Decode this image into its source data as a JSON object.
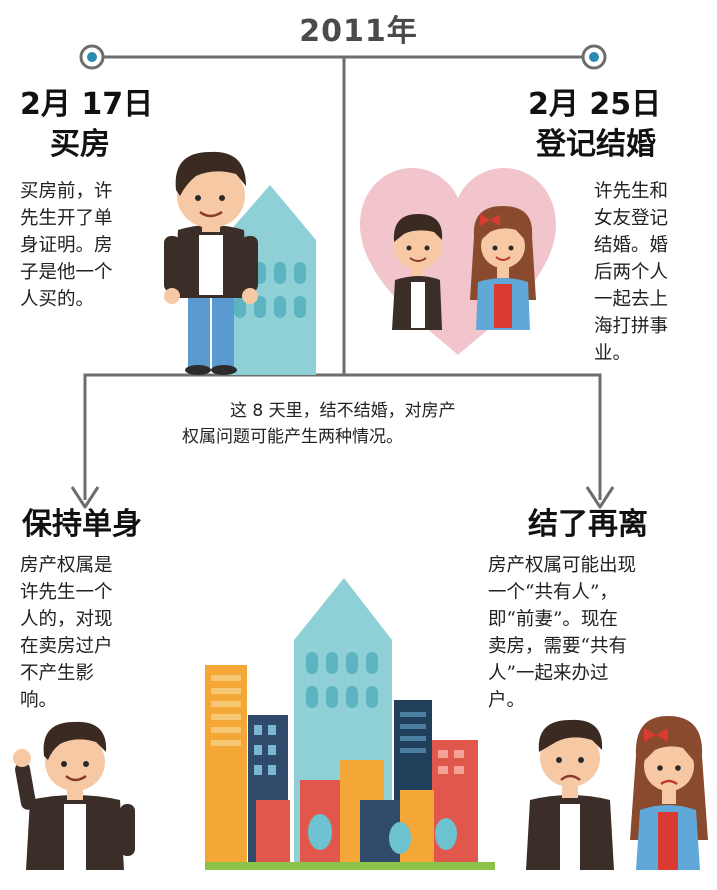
{
  "year": "2011年",
  "left_event": {
    "date": "2月 17日",
    "title": "买房",
    "text_lines": [
      "买房前，许",
      "先生开了单",
      "身证明。房",
      "子是他一个",
      "人买的。"
    ]
  },
  "right_event": {
    "date": "2月 25日",
    "title": "登记结婚",
    "text_lines": [
      "许先生和",
      "女友登记",
      "结婚。婚",
      "后两个人",
      "一起去上",
      "海打拼事",
      "业。"
    ]
  },
  "middle_note": {
    "lines": [
      "这 8 天里，结不结婚，对房产",
      "权属问题可能产生两种情况。"
    ]
  },
  "outcome_single": {
    "title": "保持单身",
    "text_lines": [
      "房产权属是",
      "许先生一个",
      "人的，对现",
      "在卖房过户",
      "不产生影",
      "响。"
    ]
  },
  "outcome_divorce": {
    "title": "结了再离",
    "text_lines": [
      "房产权属可能出现",
      "一个“共有人”，",
      "即“前妻”。现在",
      "卖房，需要“共有",
      "人”一起来办过",
      "户。"
    ]
  },
  "colors": {
    "line": "#6d6d6d",
    "node": "#2a8ab0",
    "heart": "#f2c4cc",
    "house": "#8fd0d6",
    "jacket": "#3b2e28",
    "jeans": "#5b9ad0",
    "hair": "#3a2a22"
  }
}
